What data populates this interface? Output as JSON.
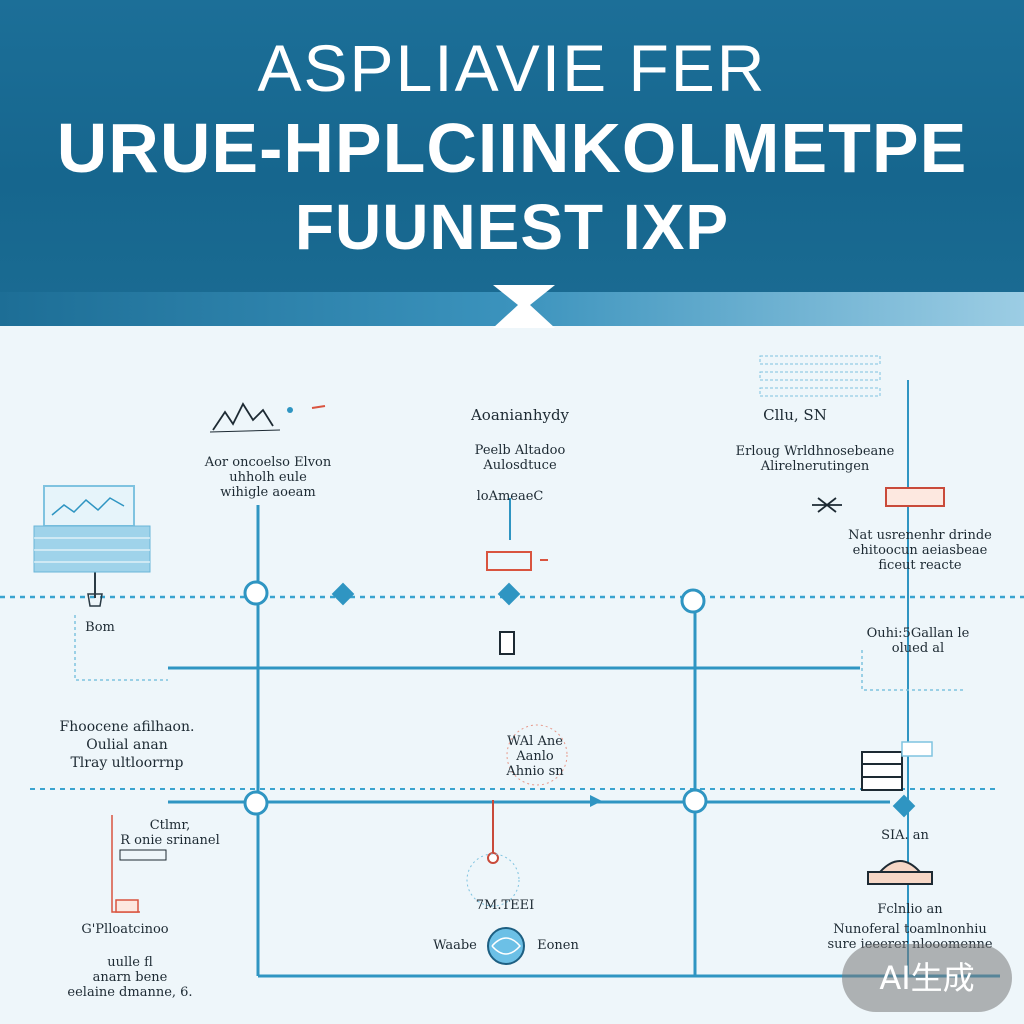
{
  "header": {
    "line1": "ASPLIAVIE FER",
    "line2": "URUE-HPLCIINKOLMETPE",
    "line3": "FUUNEST IXP"
  },
  "labels": {
    "top_left": [
      "Aor oncoelso Elvon",
      "uhholh eule",
      "wihigle aoeam"
    ],
    "top_center_title": "Aoanianhydy",
    "top_center": [
      "Peelb Altadoo",
      "Aulosdtuce"
    ],
    "top_center_sub": "loAmeaeC",
    "top_right_title": "Cllu, SN",
    "top_right": [
      "Erloug Wrldhnosebeane",
      "Alirelnerutingen"
    ],
    "left_small": "Bom",
    "right_mid": [
      "Nat usrenenhr drinde",
      "ehitoocun aeiasbeae",
      "ficeut reacte"
    ],
    "right_mid_sub": [
      "Ouhi:5Gallan le",
      "olued al"
    ],
    "left_mid": [
      "Fhoocene afilhaon.",
      "Oulial anan",
      "Tlray ultloorrnp"
    ],
    "center_mid": [
      "WAl Ane",
      "Aanlo",
      "Ahnio sn"
    ],
    "left_lower": [
      "Ctlmr,",
      "R onie srinanel"
    ],
    "right_lower": "SIA. an",
    "center_lower": "7M.TEEI",
    "center_bottom_left": "Waabe",
    "center_bottom_right": "Eonen",
    "right_bottom_title": "Fclnlio an",
    "right_bottom": [
      "Nunoferal toamlnonhiu",
      "sure ieeerer nlooomenne"
    ],
    "left_bottom_title": "G'Plloatcinoo",
    "left_bottom": [
      "uulle fl",
      "anarn bene",
      "eelaine dmanne, 6."
    ]
  },
  "badge": "AI生成",
  "colors": {
    "header": "#16668e",
    "line": "#2f95c2",
    "dash": "#3aa3cf",
    "accent": "#d9543f"
  }
}
